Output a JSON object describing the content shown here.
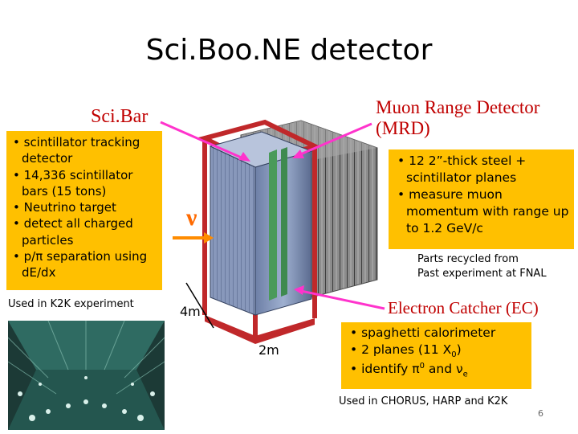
{
  "slide": {
    "title": "Sci.Boo.NE detector",
    "page_number": "6"
  },
  "scibar": {
    "heading": "Sci.Bar",
    "bullets": [
      "scintillator tracking detector",
      "14,336 scintillator bars (15 tons)",
      "Neutrino target",
      "detect all charged particles",
      "p/π separation using dE/dx"
    ],
    "note": "Used in K2K experiment"
  },
  "mrd": {
    "heading_line1": "Muon Range Detector",
    "heading_line2": "(MRD)",
    "bullets": [
      "12 2”-thick steel + scintillator planes",
      "measure muon momentum with range up to 1.2 GeV/c"
    ],
    "note_line1": "Parts recycled from",
    "note_line2": "Past experiment at FNAL"
  },
  "ec": {
    "heading": "Electron Catcher (EC)",
    "bullets": [
      "spaghetti calorimeter",
      "2 planes (11 X0)",
      "identify π0 and νe"
    ],
    "note": "Used in CHORUS, HARP and K2K"
  },
  "diagram": {
    "neutrino_symbol": "ν",
    "dim_height": "4m",
    "dim_depth": "2m"
  },
  "colors": {
    "heading_red": "#c00000",
    "box_orange": "#ffc000",
    "arrow_pink": "#ff33cc",
    "arrow_orange": "#ff8c00",
    "frame_red": "#c0282a"
  }
}
